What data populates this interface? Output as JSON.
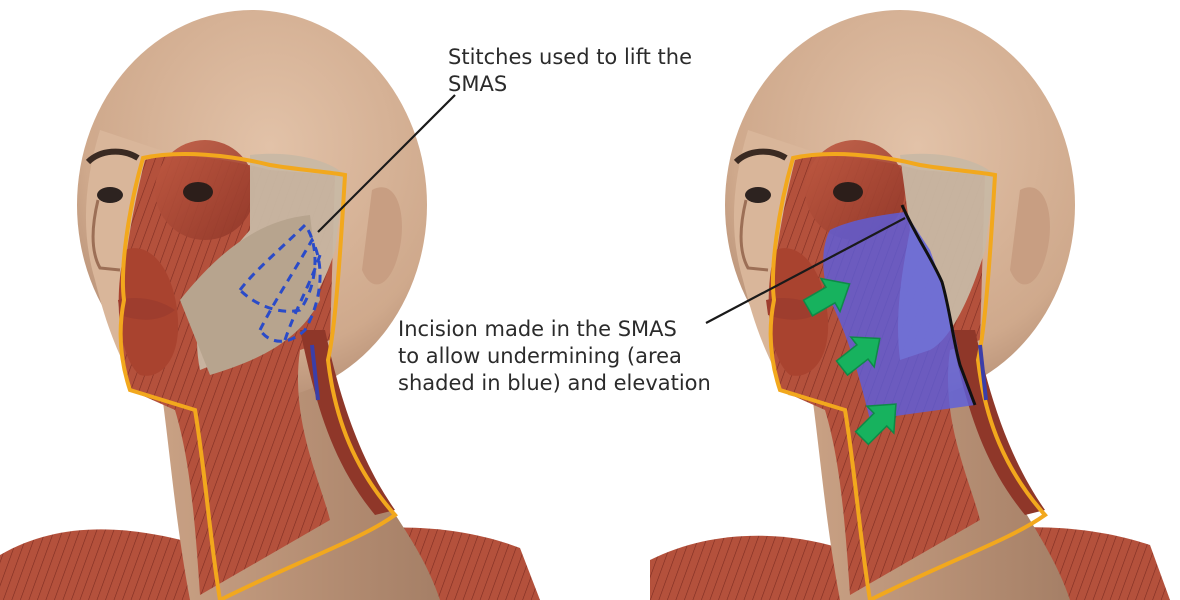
{
  "labels": {
    "stitches": [
      "Stitches used to lift the",
      "SMAS"
    ],
    "incision": [
      "Incision made in the SMAS",
      "to allow undermining (area",
      "shaded in blue) and elevation"
    ]
  },
  "colors": {
    "skin": "#d7b397",
    "skin_shadow": "#b88e72",
    "muscle": "#b4513c",
    "muscle_dark": "#8a3326",
    "fascia": "#c9b59a",
    "outline": "#f2a81d",
    "stitches": "#2a4bc9",
    "smas_shading": "#5a5ee0",
    "arrows": "#17b25e",
    "incision_line": "#111111",
    "leader_line": "#1a1a1a"
  },
  "icons": [
    "arrow-up-right-icon"
  ]
}
